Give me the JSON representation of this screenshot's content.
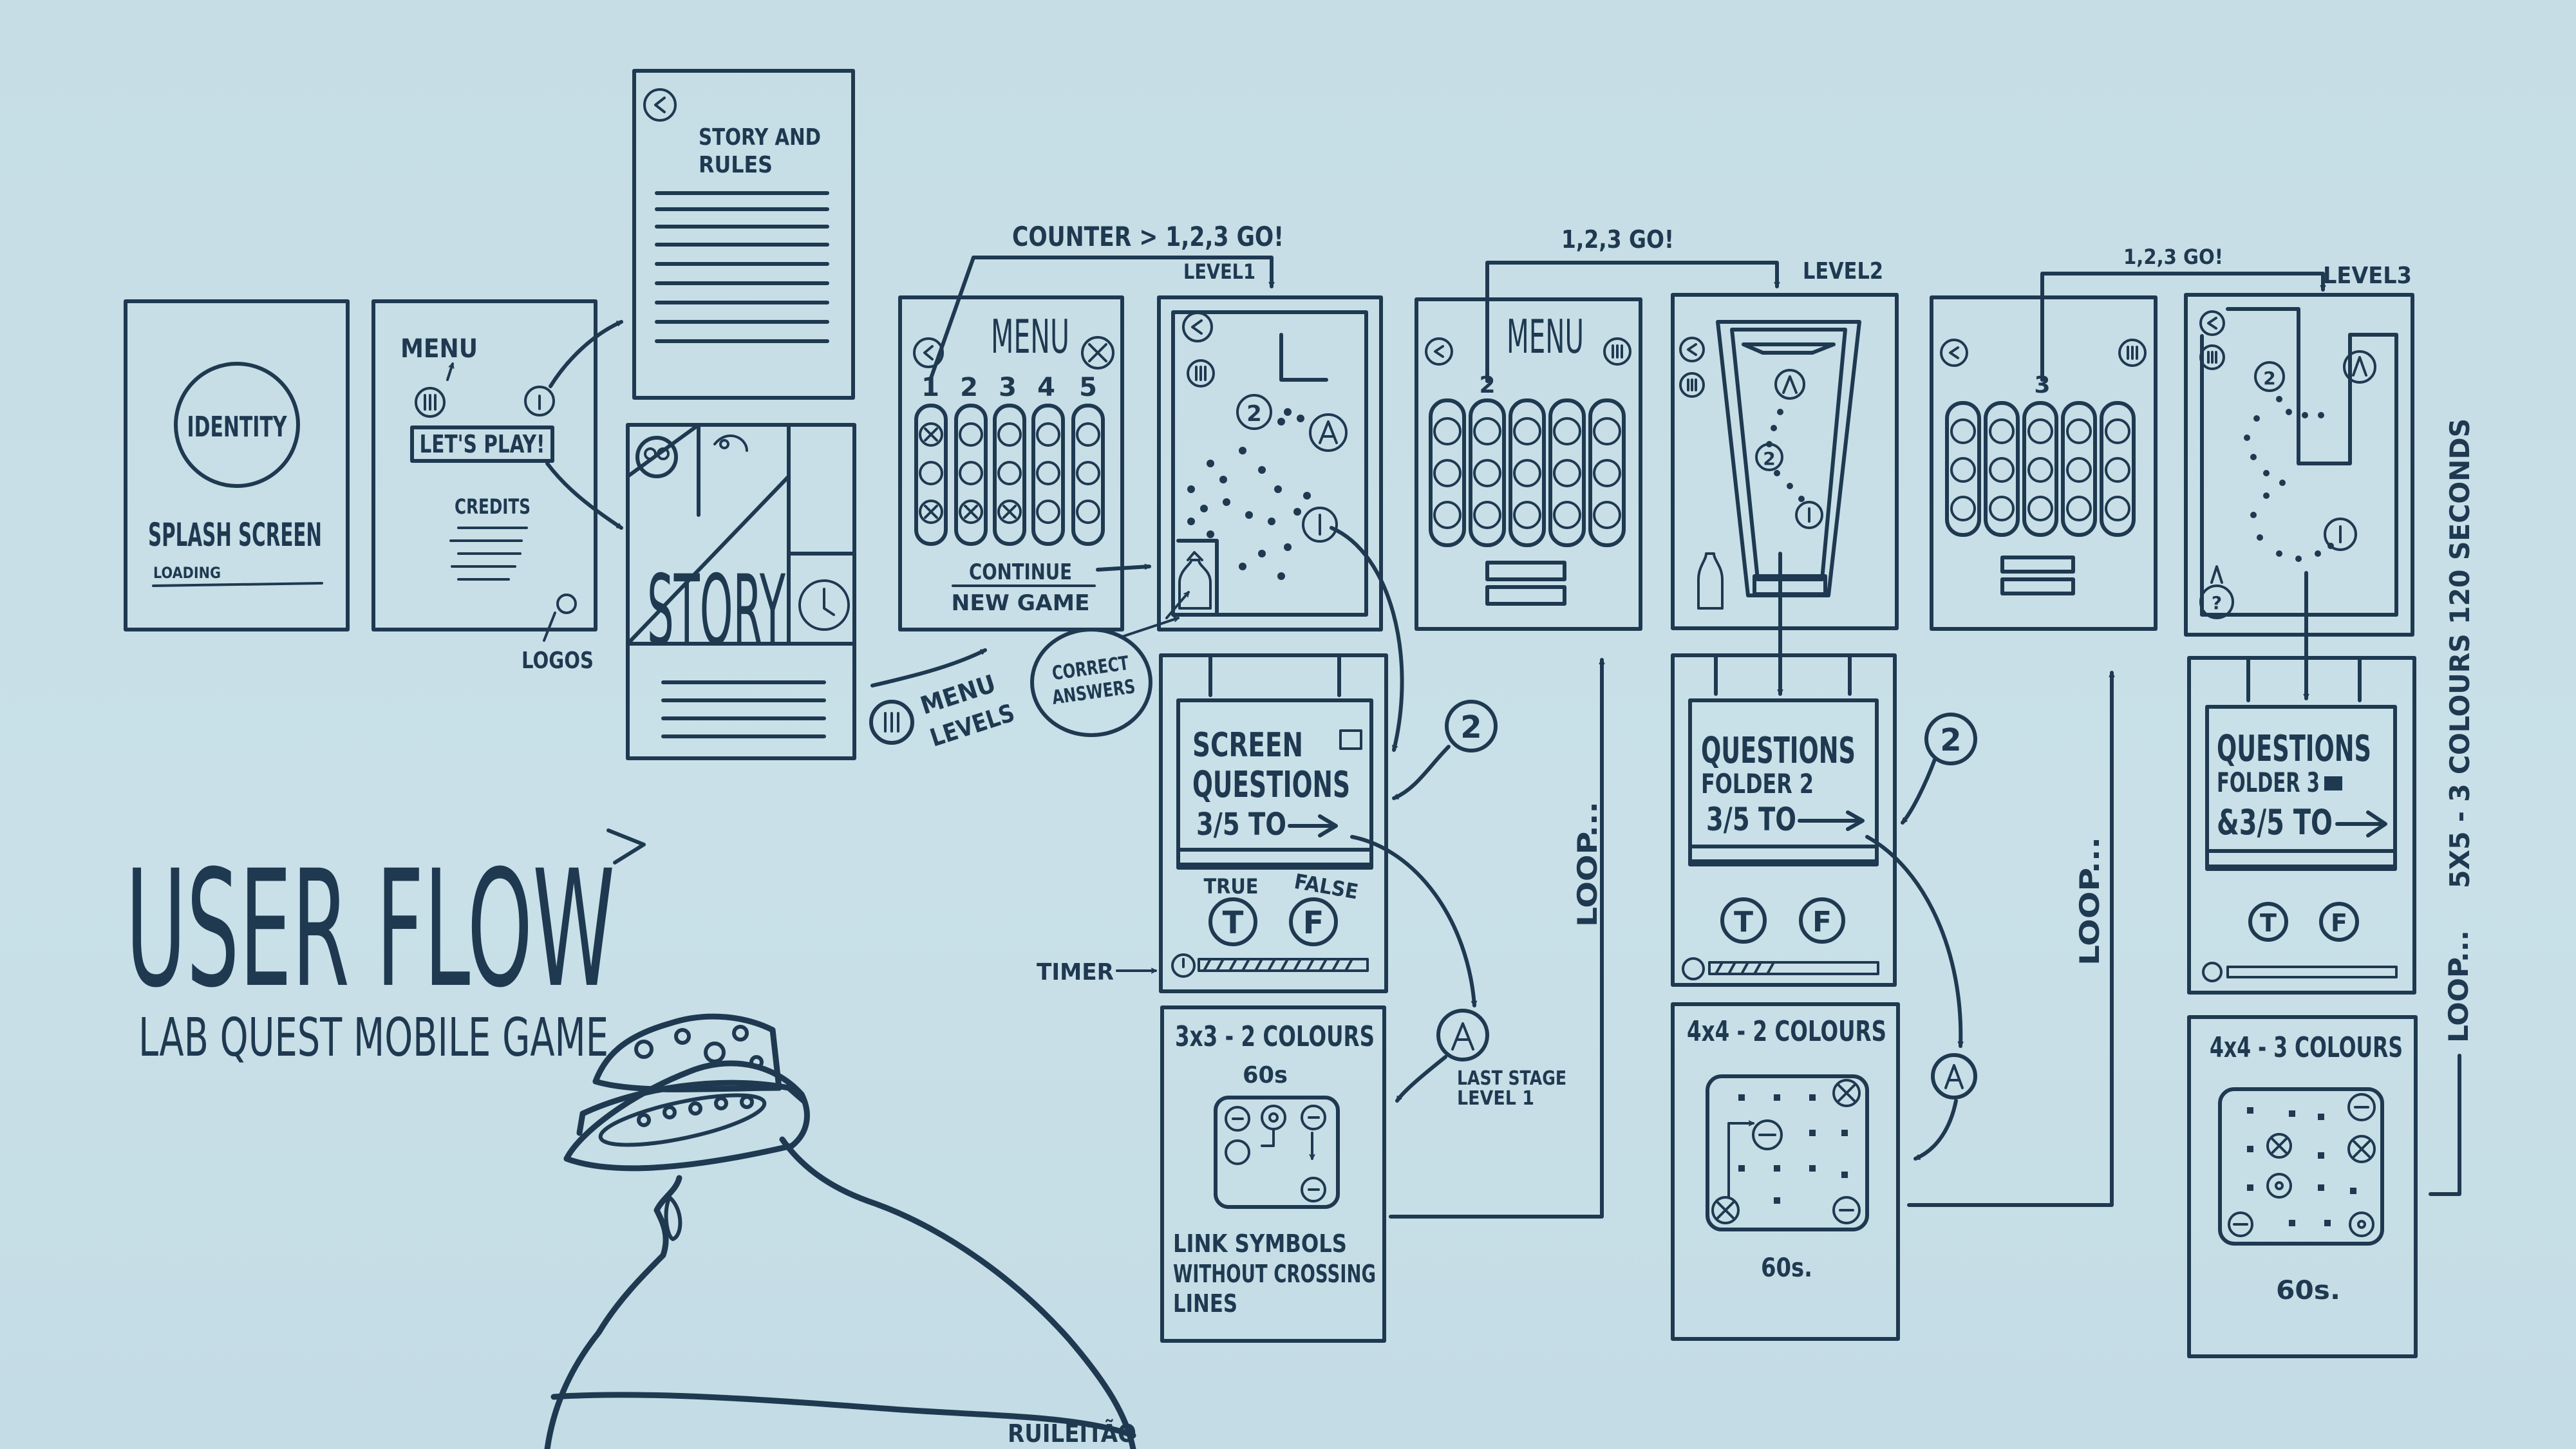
{
  "title": "USER FLOW",
  "subtitle": "LAB QUEST MOBILE GAME",
  "signature": "RUILEITÃO",
  "splash": {
    "identity": "IDENTITY",
    "label": "SPLASH SCREEN",
    "loading": "LOADING"
  },
  "menu_screen": {
    "menu": "MENU",
    "play": "LET'S PLAY!",
    "credits": "CREDITS",
    "logos": "LOGOS"
  },
  "story_rules": {
    "title_line1": "STORY AND",
    "title_line2": "RULES"
  },
  "story": {
    "label": "STORY"
  },
  "menu_levels_note": {
    "line1": "MENU",
    "line2": "LEVELS"
  },
  "correct_answers": {
    "line1": "CORRECT",
    "line2": "ANSWERS"
  },
  "level_menu": {
    "title": "MENU",
    "numbers": [
      "1",
      "2",
      "3",
      "4",
      "5"
    ],
    "continue": "CONTINUE",
    "new_game": "NEW GAME"
  },
  "counter": "COUNTER > 1,2,3 GO!",
  "level_labels": [
    "LEVEL1",
    "LEVEL2",
    "LEVEL3"
  ],
  "go_counts": [
    "1,2,3 GO!",
    "1,2,3 GO!"
  ],
  "menu2": {
    "title": "MENU",
    "number": "2"
  },
  "menu3": {
    "number": "3"
  },
  "question_screens": [
    {
      "line1": "SCREEN",
      "line2": "QUESTIONS",
      "line3": "3/5 TO"
    },
    {
      "line1": "QUESTIONS",
      "line2": "FOLDER 2",
      "line3": "3/5 TO"
    },
    {
      "line1": "QUESTIONS",
      "line2": "FOLDER 3",
      "line3": "&3/5 TO"
    }
  ],
  "true_label": "TRUE",
  "false_label": "FALSE",
  "t": "T",
  "f": "F",
  "timer": "TIMER",
  "step_two": "2",
  "puzzles": [
    {
      "title": "3x3 - 2 COLOURS",
      "time": "60s",
      "note_line1": "LINK SYMBOLS",
      "note_line2": "WITHOUT CROSSING",
      "note_line3": "LINES"
    },
    {
      "title": "4x4 - 2 COLOURS",
      "time": "60s."
    },
    {
      "title": "4x4 - 3 COLOURS",
      "time": "60s."
    }
  ],
  "last_stage": {
    "line1": "LAST STAGE",
    "line2": "LEVEL 1"
  },
  "loop": "LOOP...",
  "final_note": "5X5 - 3 COLOURS   120 SECONDS",
  "colors": {
    "background": "#c6dde6",
    "ink": "#1e3950"
  }
}
